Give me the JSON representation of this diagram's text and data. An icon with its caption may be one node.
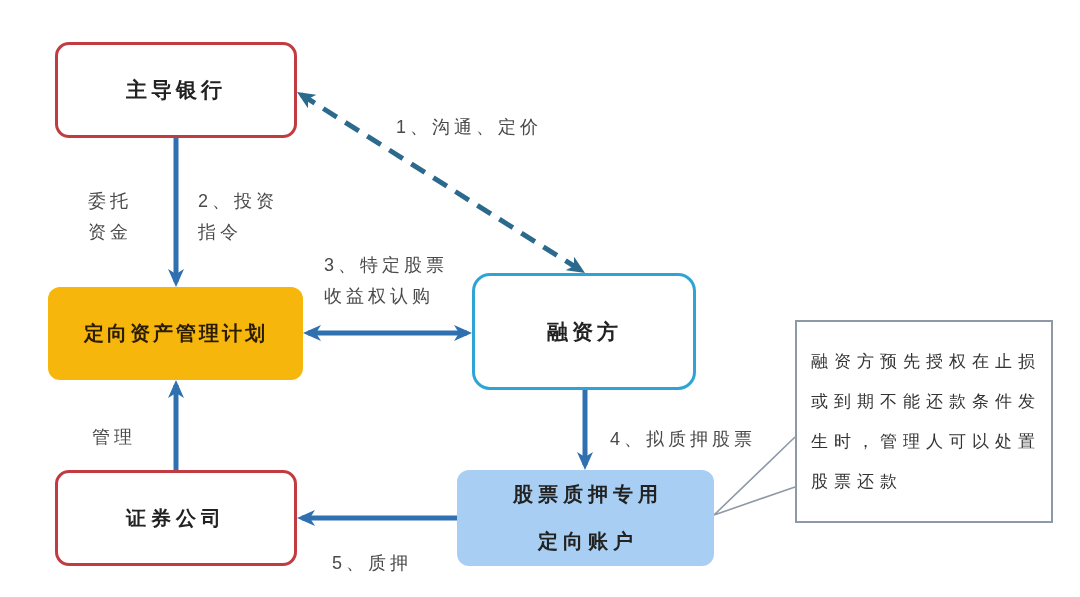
{
  "diagram": {
    "nodes": [
      {
        "text": [
          "主导银行"
        ]
      },
      {
        "text": [
          "定向资产管理计划"
        ]
      },
      {
        "text": [
          "融资方"
        ]
      },
      {
        "text": [
          "证券公司"
        ]
      },
      {
        "text": [
          "股票质押专用定向账户"
        ]
      },
      {
        "text": [
          "融资方预先授权在止损或到期不能还款条件发生时，管理人可以处置股票还款"
        ]
      }
    ],
    "edges": [
      {
        "from": 0,
        "to": 2,
        "arrow": "both",
        "style": "dashed",
        "color": "#2b6a8c",
        "label": "1、沟通、定价"
      },
      {
        "from": 0,
        "to": 1,
        "arrow": "to",
        "label": "2、投资指令"
      },
      {
        "from": 1,
        "to": 2,
        "arrow": "both",
        "label": "3、特定股票收益权认购"
      },
      {
        "from": 3,
        "to": 1,
        "arrow": "to",
        "label": "管理"
      },
      {
        "from": 2,
        "to": 4,
        "arrow": "to",
        "label": "4、拟质押股票"
      },
      {
        "from": 4,
        "to": 3,
        "arrow": "to",
        "label": "5、质押"
      },
      {
        "from": 5,
        "to": 4,
        "arrow": "none",
        "color": "#8d99a6"
      }
    ],
    "labels": [
      "委托资金"
    ]
  }
}
